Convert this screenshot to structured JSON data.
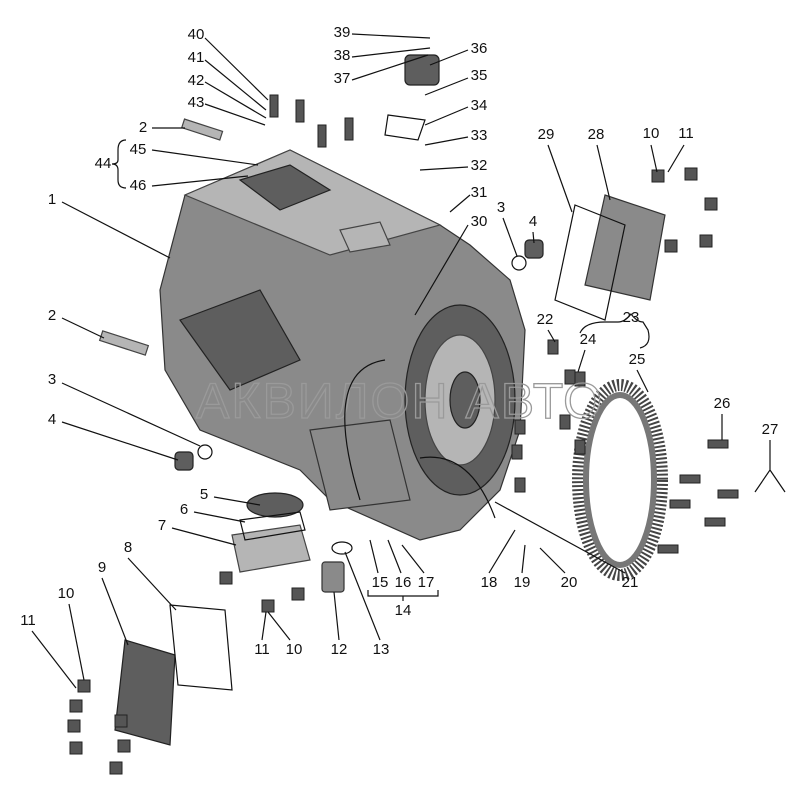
{
  "title": "Exploded parts diagram – gearbox housing",
  "watermark": "АКВИЛОН АВТО",
  "labels": [
    "40",
    "41",
    "42",
    "43",
    "2",
    "44",
    "45",
    "46",
    "1",
    "2",
    "3",
    "4",
    "39",
    "38",
    "37",
    "36",
    "35",
    "34",
    "33",
    "32",
    "31",
    "30",
    "3",
    "4",
    "29",
    "28",
    "10",
    "11",
    "22",
    "23",
    "24",
    "25",
    "26",
    "27",
    "5",
    "6",
    "7",
    "8",
    "9",
    "10",
    "11",
    "11",
    "10",
    "12",
    "13",
    "15",
    "16",
    "17",
    "14",
    "18",
    "19",
    "20",
    "21"
  ]
}
